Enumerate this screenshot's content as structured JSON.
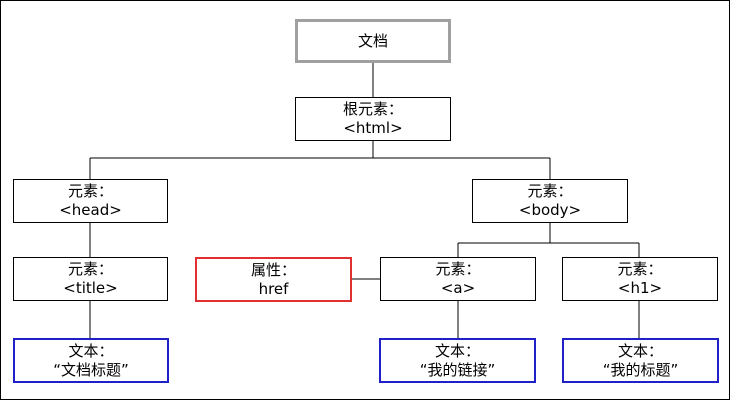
{
  "nodes": {
    "document": {
      "line1": "文档"
    },
    "html": {
      "line1": "根元素：",
      "line2": "<html>"
    },
    "head": {
      "line1": "元素：",
      "line2": "<head>"
    },
    "body": {
      "line1": "元素：",
      "line2": "<body>"
    },
    "title": {
      "line1": "元素：",
      "line2": "<title>"
    },
    "attr_href": {
      "line1": "属性：",
      "line2": "href"
    },
    "a": {
      "line1": "元素：",
      "line2": "<a>"
    },
    "h1": {
      "line1": "元素：",
      "line2": "<h1>"
    },
    "text_title": {
      "line1": "文本：",
      "line2": "“文档标题”"
    },
    "text_link": {
      "line1": "文本：",
      "line2": "“我的链接”"
    },
    "text_h1": {
      "line1": "文本：",
      "line2": "“我的标题”"
    }
  },
  "colors": {
    "line": "#000000",
    "root_border": "#a0a0a0",
    "attribute_border": "#e03030",
    "text_border": "#2020c8"
  }
}
